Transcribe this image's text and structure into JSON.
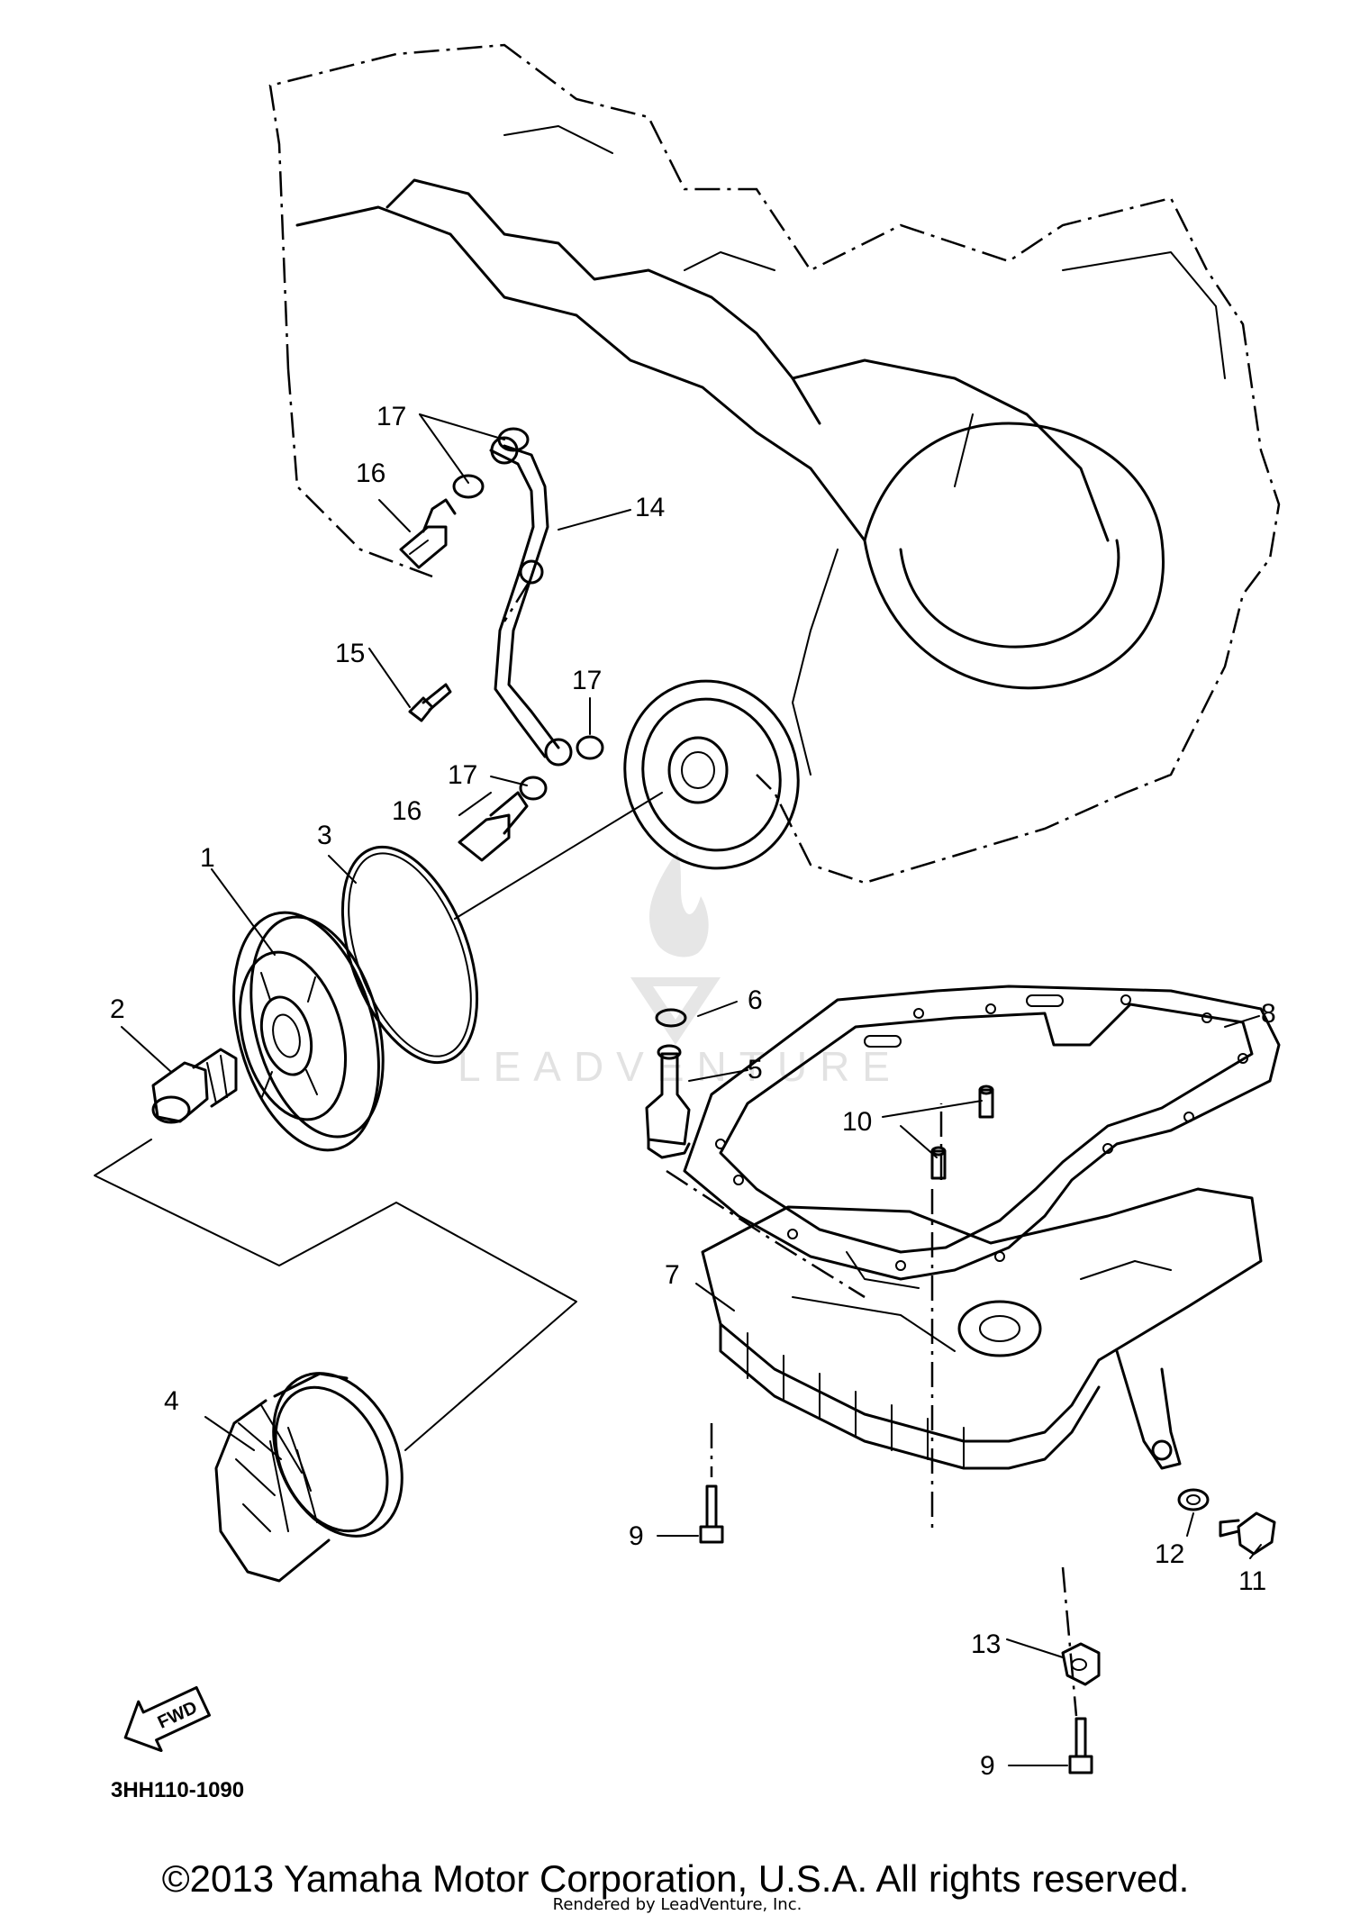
{
  "diagram_code": "3HH110-1090",
  "copyright": "©2013 Yamaha Motor Corporation, U.S.A. All rights reserved.",
  "rendered_by": "Rendered by LeadVenture, Inc.",
  "watermark_text": "LEADVENTURE",
  "fwd_label": "FWD",
  "callouts": [
    {
      "id": "c1",
      "label": "1"
    },
    {
      "id": "c2",
      "label": "2"
    },
    {
      "id": "c3",
      "label": "3"
    },
    {
      "id": "c4",
      "label": "4"
    },
    {
      "id": "c5",
      "label": "5"
    },
    {
      "id": "c6",
      "label": "6"
    },
    {
      "id": "c7",
      "label": "7"
    },
    {
      "id": "c8",
      "label": "8"
    },
    {
      "id": "c9a",
      "label": "9"
    },
    {
      "id": "c9b",
      "label": "9"
    },
    {
      "id": "c10",
      "label": "10"
    },
    {
      "id": "c11",
      "label": "11"
    },
    {
      "id": "c12",
      "label": "12"
    },
    {
      "id": "c13",
      "label": "13"
    },
    {
      "id": "c14",
      "label": "14"
    },
    {
      "id": "c15",
      "label": "15"
    },
    {
      "id": "c16a",
      "label": "16"
    },
    {
      "id": "c16b",
      "label": "16"
    },
    {
      "id": "c17a",
      "label": "17"
    },
    {
      "id": "c17b",
      "label": "17"
    },
    {
      "id": "c17c",
      "label": "17"
    }
  ],
  "colors": {
    "line": "#000000",
    "background": "#ffffff",
    "watermark": "#e2e2e2"
  }
}
